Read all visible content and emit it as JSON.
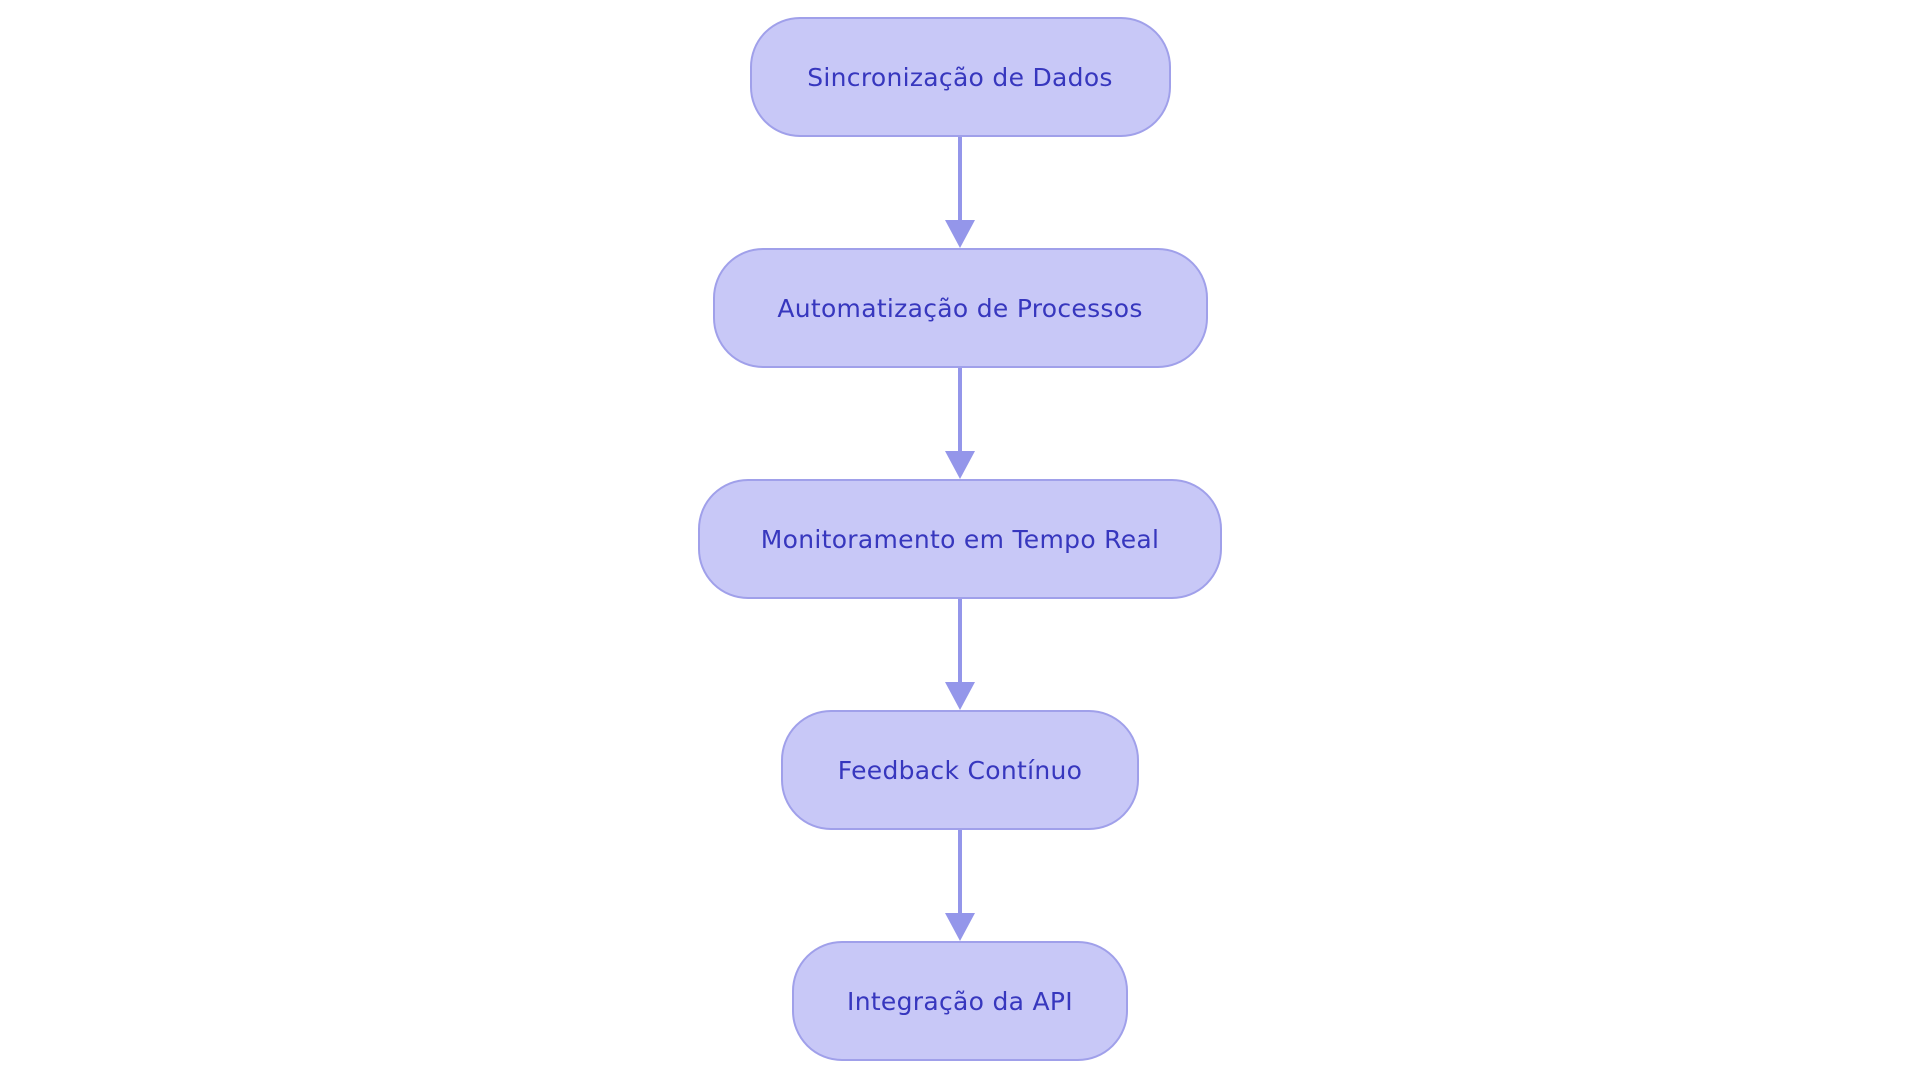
{
  "diagram": {
    "type": "flowchart",
    "direction": "top-down",
    "nodes": [
      {
        "label": "Sincronização de Dados"
      },
      {
        "label": "Automatização de Processos"
      },
      {
        "label": "Monitoramento em Tempo Real"
      },
      {
        "label": "Feedback Contínuo"
      },
      {
        "label": "Integração da API"
      }
    ],
    "edges": [
      {
        "from": "Sincronização de Dados",
        "to": "Automatização de Processos"
      },
      {
        "from": "Automatização de Processos",
        "to": "Monitoramento em Tempo Real"
      },
      {
        "from": "Monitoramento em Tempo Real",
        "to": "Feedback Contínuo"
      },
      {
        "from": "Feedback Contínuo",
        "to": "Integração da API"
      }
    ],
    "colors": {
      "background": "#ffffff",
      "node_fill": "#c8c8f7",
      "node_border": "#a0a0ea",
      "node_text": "#3737be",
      "arrow": "#9496ea"
    }
  }
}
